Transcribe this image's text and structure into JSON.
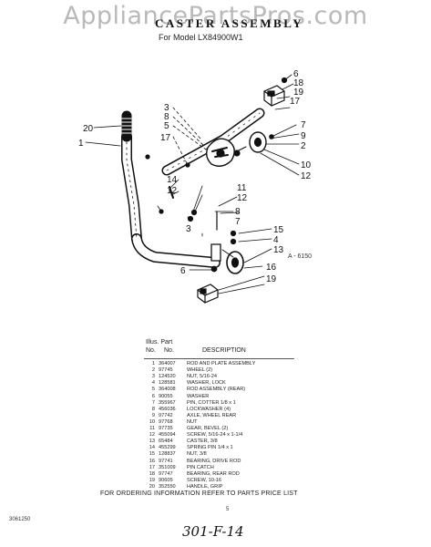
{
  "watermark": "AppliancePartsPros.com",
  "title": "CASTER ASSEMBLY",
  "model": "For Model LX84900W1",
  "diagram_ref": "A - 6150",
  "callouts": [
    "1",
    "2",
    "3",
    "4",
    "5",
    "6",
    "7",
    "8",
    "9",
    "10",
    "11",
    "12",
    "13",
    "14",
    "15",
    "16",
    "17",
    "18",
    "19",
    "20"
  ],
  "parts_table": {
    "header_top": "Illus. Part",
    "header_no": "No.",
    "header_part": "No.",
    "header_desc": "DESCRIPTION",
    "rows": [
      {
        "no": "1",
        "part": "364007",
        "desc": "ROD AND PLATE ASSEMBLY"
      },
      {
        "no": "2",
        "part": "97745",
        "desc": "WHEEL (2)"
      },
      {
        "no": "3",
        "part": "124520",
        "desc": "NUT, 5/16-24"
      },
      {
        "no": "4",
        "part": "128581",
        "desc": "WASHER, LOCK"
      },
      {
        "no": "5",
        "part": "364008",
        "desc": "ROD ASSEMBLY (REAR)"
      },
      {
        "no": "6",
        "part": "90055",
        "desc": "WASHER"
      },
      {
        "no": "7",
        "part": "355967",
        "desc": "PIN, COTTER 1/8 x 1"
      },
      {
        "no": "8",
        "part": "456036",
        "desc": "LOCKWASHER (4)"
      },
      {
        "no": "9",
        "part": "97742",
        "desc": "AXLE, WHEEL REAR"
      },
      {
        "no": "10",
        "part": "97768",
        "desc": "NUT"
      },
      {
        "no": "11",
        "part": "97735",
        "desc": "GEAR, BEVEL (2)"
      },
      {
        "no": "12",
        "part": "455094",
        "desc": "SCREW, 5/16-24 x 1-1/4"
      },
      {
        "no": "13",
        "part": "65484",
        "desc": "CASTER, 3/8"
      },
      {
        "no": "14",
        "part": "455299",
        "desc": "SPRING PIN 1/4 x 1"
      },
      {
        "no": "15",
        "part": "128837",
        "desc": "NUT, 3/8"
      },
      {
        "no": "16",
        "part": "97741",
        "desc": "BEARING, DRIVE ROD"
      },
      {
        "no": "17",
        "part": "351009",
        "desc": "PIN CATCH"
      },
      {
        "no": "18",
        "part": "97747",
        "desc": "BEARING, REAR ROD"
      },
      {
        "no": "19",
        "part": "90605",
        "desc": "SCREW, 10-16"
      },
      {
        "no": "20",
        "part": "352550",
        "desc": "HANDLE, GRIP"
      }
    ]
  },
  "footer": "FOR ORDERING INFORMATION REFER TO PARTS PRICE LIST",
  "page_number": "5",
  "doc_id": "3061250",
  "handwritten": "301-F-14"
}
